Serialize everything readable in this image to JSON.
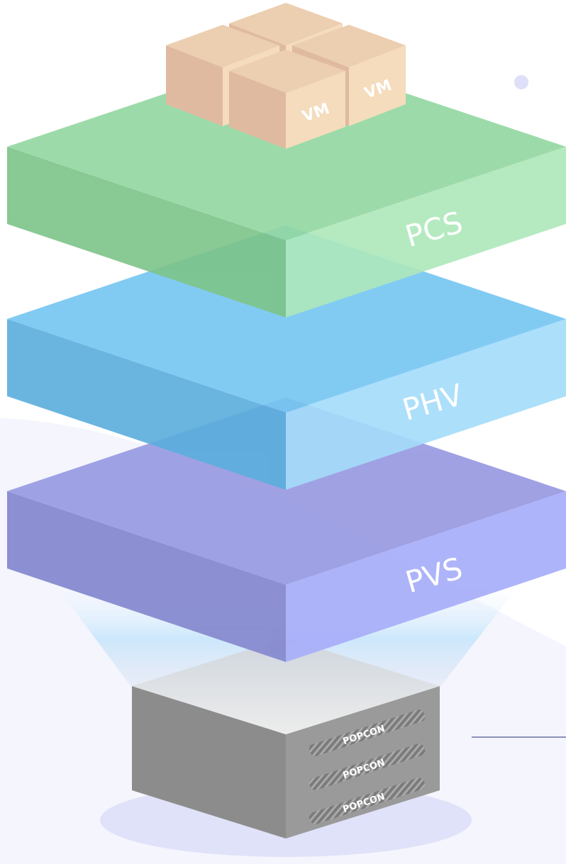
{
  "layers": [
    {
      "label": "PCS",
      "top": "#92d8a0",
      "left": "#7dc489",
      "right": "#aee8bb",
      "opacity": 0.9
    },
    {
      "label": "PHV",
      "top": "#74c6f2",
      "left": "#5aaedd",
      "right": "#a4dcfa",
      "opacity": 0.9
    },
    {
      "label": "PVS",
      "top": "#9a9de2",
      "left": "#878bd0",
      "right": "#aab0f9",
      "opacity": 0.95
    }
  ],
  "vms": [
    {
      "label": "VM"
    },
    {
      "label": "VM"
    }
  ],
  "servers": [
    {
      "label": "POPCON"
    },
    {
      "label": "POPCON"
    },
    {
      "label": "POPCON"
    }
  ],
  "colors": {
    "background_wave": "#f4f5fd",
    "accent_dot": "#dde0f8",
    "shadow": "#dfe2f8",
    "server_face": "#9a9a9a",
    "server_top": "#e6e6e6",
    "vm_side": "#dfbaa0",
    "vm_front": "#f4dcbc"
  }
}
